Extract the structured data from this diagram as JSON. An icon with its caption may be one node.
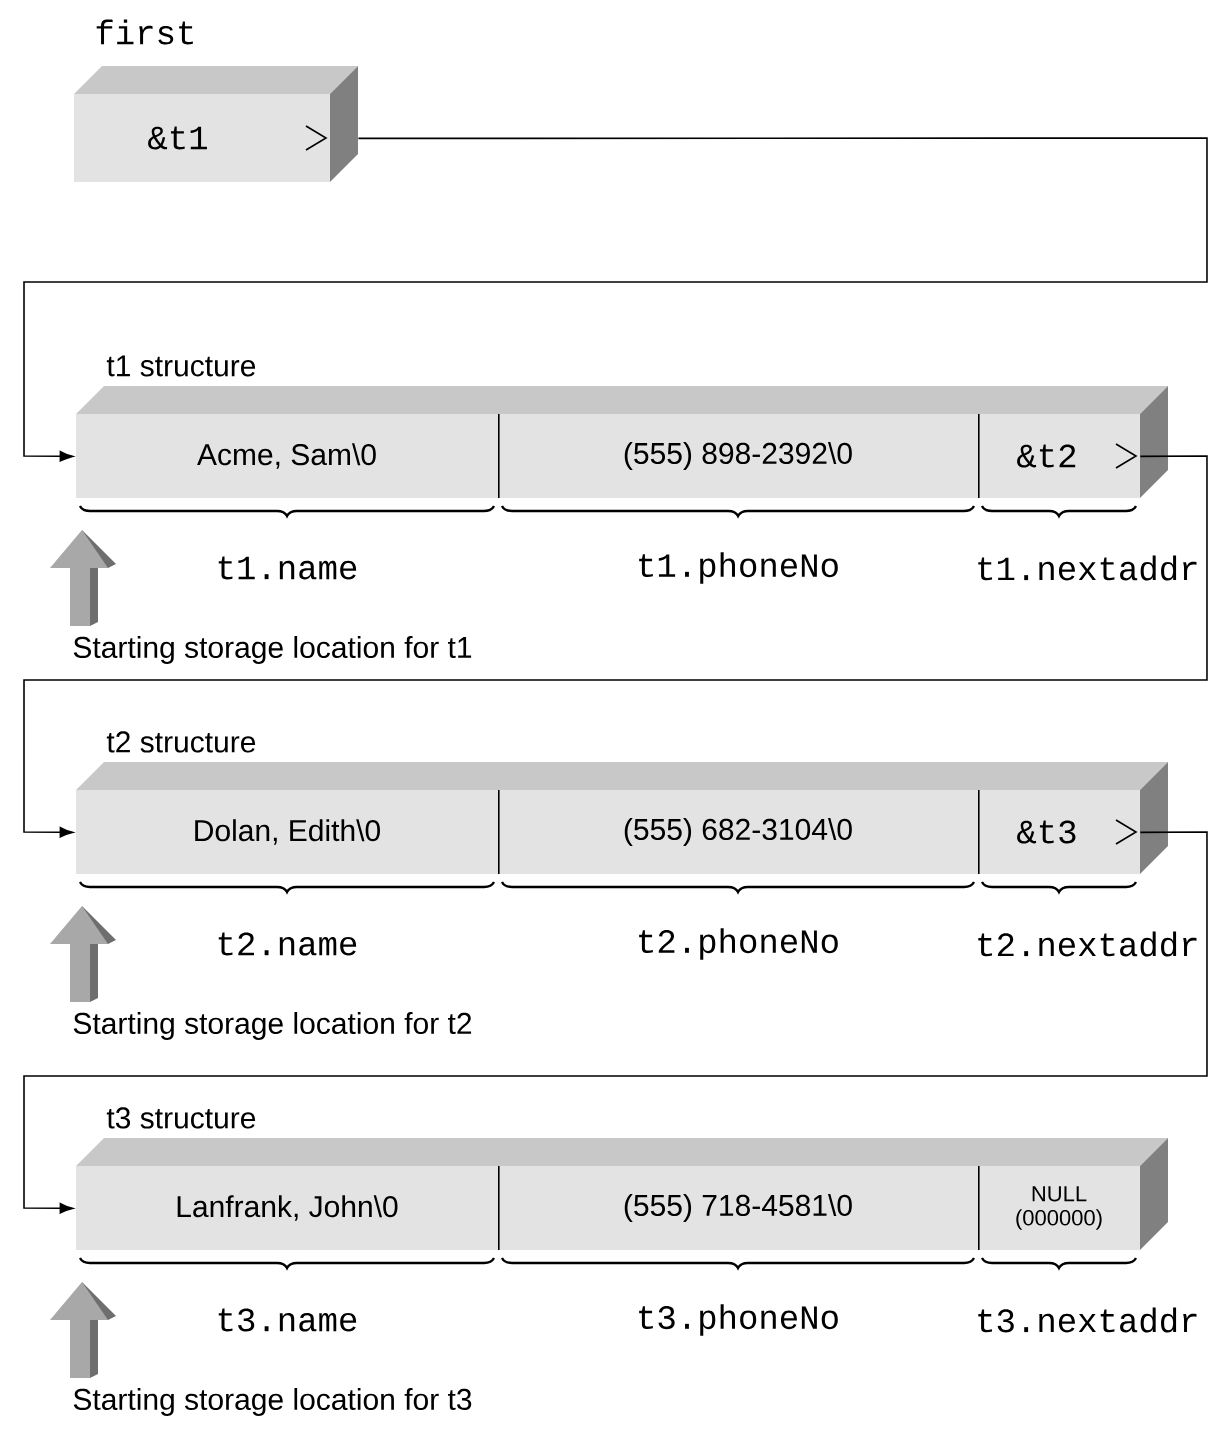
{
  "diagram": {
    "nodes": [
      {
        "text": [
          "first",
          "&t1"
        ]
      },
      {
        "text": [
          "t1 structure"
        ]
      },
      {
        "text": [
          "Acme, Sam\\0"
        ],
        "in": 1,
        "beside": [
          "t1.name"
        ]
      },
      {
        "text": [
          "(555) 898-2392\\0"
        ],
        "in": 1,
        "beside": [
          "t1.phoneNo"
        ]
      },
      {
        "text": [
          "&t2"
        ],
        "in": 1,
        "beside": [
          "t1.nextaddr"
        ]
      },
      {
        "text": [
          "t2 structure"
        ]
      },
      {
        "text": [
          "Dolan, Edith\\0"
        ],
        "in": 5,
        "beside": [
          "t2.name"
        ]
      },
      {
        "text": [
          "(555) 682-3104\\0"
        ],
        "in": 5,
        "beside": [
          "t2.phoneNo"
        ]
      },
      {
        "text": [
          "&t3"
        ],
        "in": 5,
        "beside": [
          "t2.nextaddr"
        ]
      },
      {
        "text": [
          "t3 structure"
        ]
      },
      {
        "text": [
          "Lanfrank, John\\0"
        ],
        "in": 9,
        "beside": [
          "t3.name"
        ]
      },
      {
        "text": [
          "(555) 718-4581\\0"
        ],
        "in": 9,
        "beside": [
          "t3.phoneNo"
        ]
      },
      {
        "text": [
          "NULL (000000)"
        ],
        "in": 9,
        "beside": [
          "t3.nextaddr"
        ]
      }
    ],
    "edges": [
      {
        "from": 0,
        "to": 1,
        "arrow": "to"
      },
      {
        "from": 4,
        "to": 5,
        "arrow": "to"
      },
      {
        "from": 8,
        "to": 9,
        "arrow": "to"
      }
    ],
    "labels": [
      "Starting storage location for t1",
      "Starting storage location for t2",
      "Starting storage location for t3"
    ]
  }
}
